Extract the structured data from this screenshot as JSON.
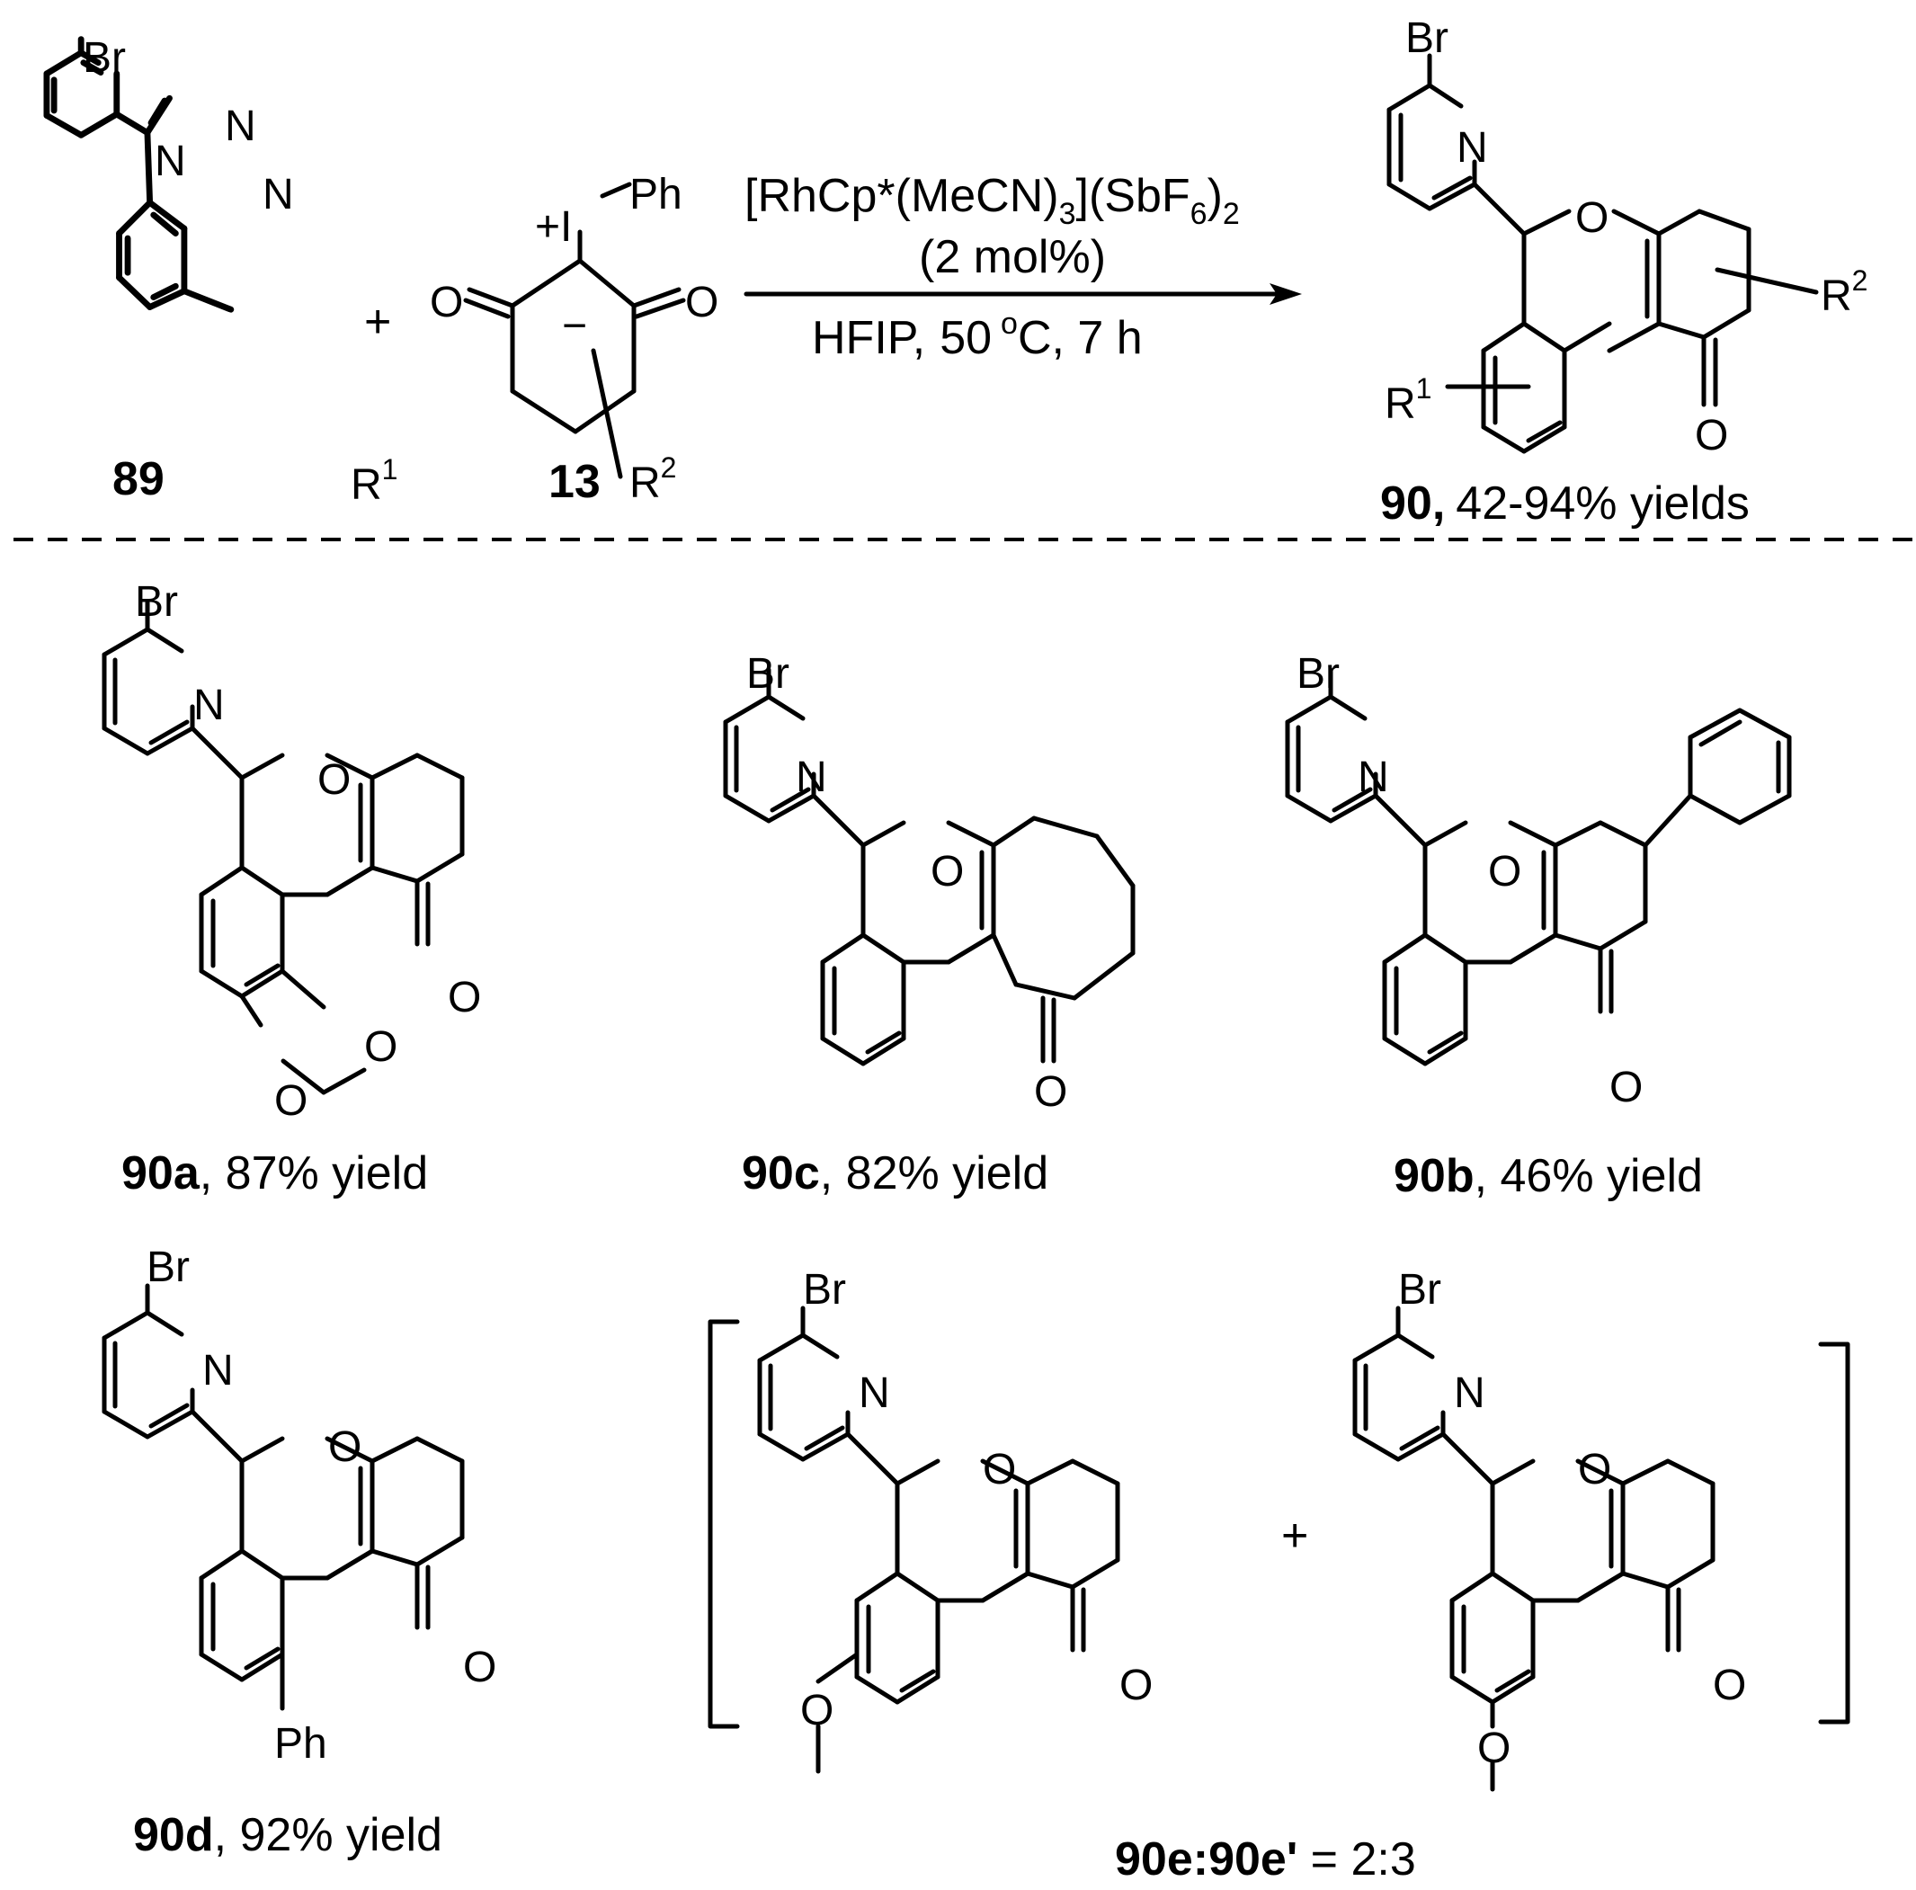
{
  "scheme": {
    "reactant1": {
      "label": "89",
      "br": "Br",
      "n1": "N",
      "n2": "N",
      "n3": "N",
      "r": "R",
      "r_sup": "1"
    },
    "reactant2": {
      "label": "13",
      "plus_i": "+I",
      "ph": "Ph",
      "o1": "O",
      "o2": "O",
      "minus": "−",
      "r": "R",
      "r_sup": "2"
    },
    "plus_sign": "+",
    "conditions": {
      "catalyst_a": "[RhCp*(MeCN)",
      "catalyst_sub1": "3",
      "catalyst_b": "](SbF",
      "catalyst_sub2": "6",
      "catalyst_c": ")",
      "catalyst_sub3": "2",
      "loading": "(2 mol%)",
      "solvent": "HFIP,",
      "temp_value": "50",
      "temp_unit_sup": "o",
      "temp_unit": "C, 7 h"
    },
    "product": {
      "label": "90,",
      "yield_text": "42-94% yields",
      "br": "Br",
      "n": "N",
      "o_ring": "O",
      "o_keto": "O",
      "r1": "R",
      "r1_sup": "1",
      "r2": "R",
      "r2_sup": "2"
    }
  },
  "examples": [
    {
      "label": "90a",
      "yield": ", 87% yield",
      "br": "Br",
      "n": "N",
      "o_ring": "O",
      "o_keto": "O",
      "o_diox1": "O",
      "o_diox2": "O"
    },
    {
      "label": "90c",
      "yield": ", 82% yield",
      "br": "Br",
      "n": "N",
      "o_ring": "O",
      "o_keto": "O"
    },
    {
      "label": "90b",
      "yield": ", 46% yield",
      "br": "Br",
      "n": "N",
      "o_ring": "O",
      "o_keto": "O"
    },
    {
      "label": "90d",
      "yield": ", 92% yield",
      "br": "Br",
      "n": "N",
      "o_ring": "O",
      "o_keto": "O",
      "ph": "Ph"
    },
    {
      "br": "Br",
      "n": "N",
      "o_ring": "O",
      "o_keto": "O",
      "o_me": "O"
    },
    {
      "br": "Br",
      "n": "N",
      "o_ring": "O",
      "o_keto": "O",
      "o_me": "O"
    }
  ],
  "isomer_plus": "+",
  "ratio": {
    "label_a": "90e",
    "colon": ":",
    "label_b": "90e'",
    "value": " = 2:3"
  }
}
